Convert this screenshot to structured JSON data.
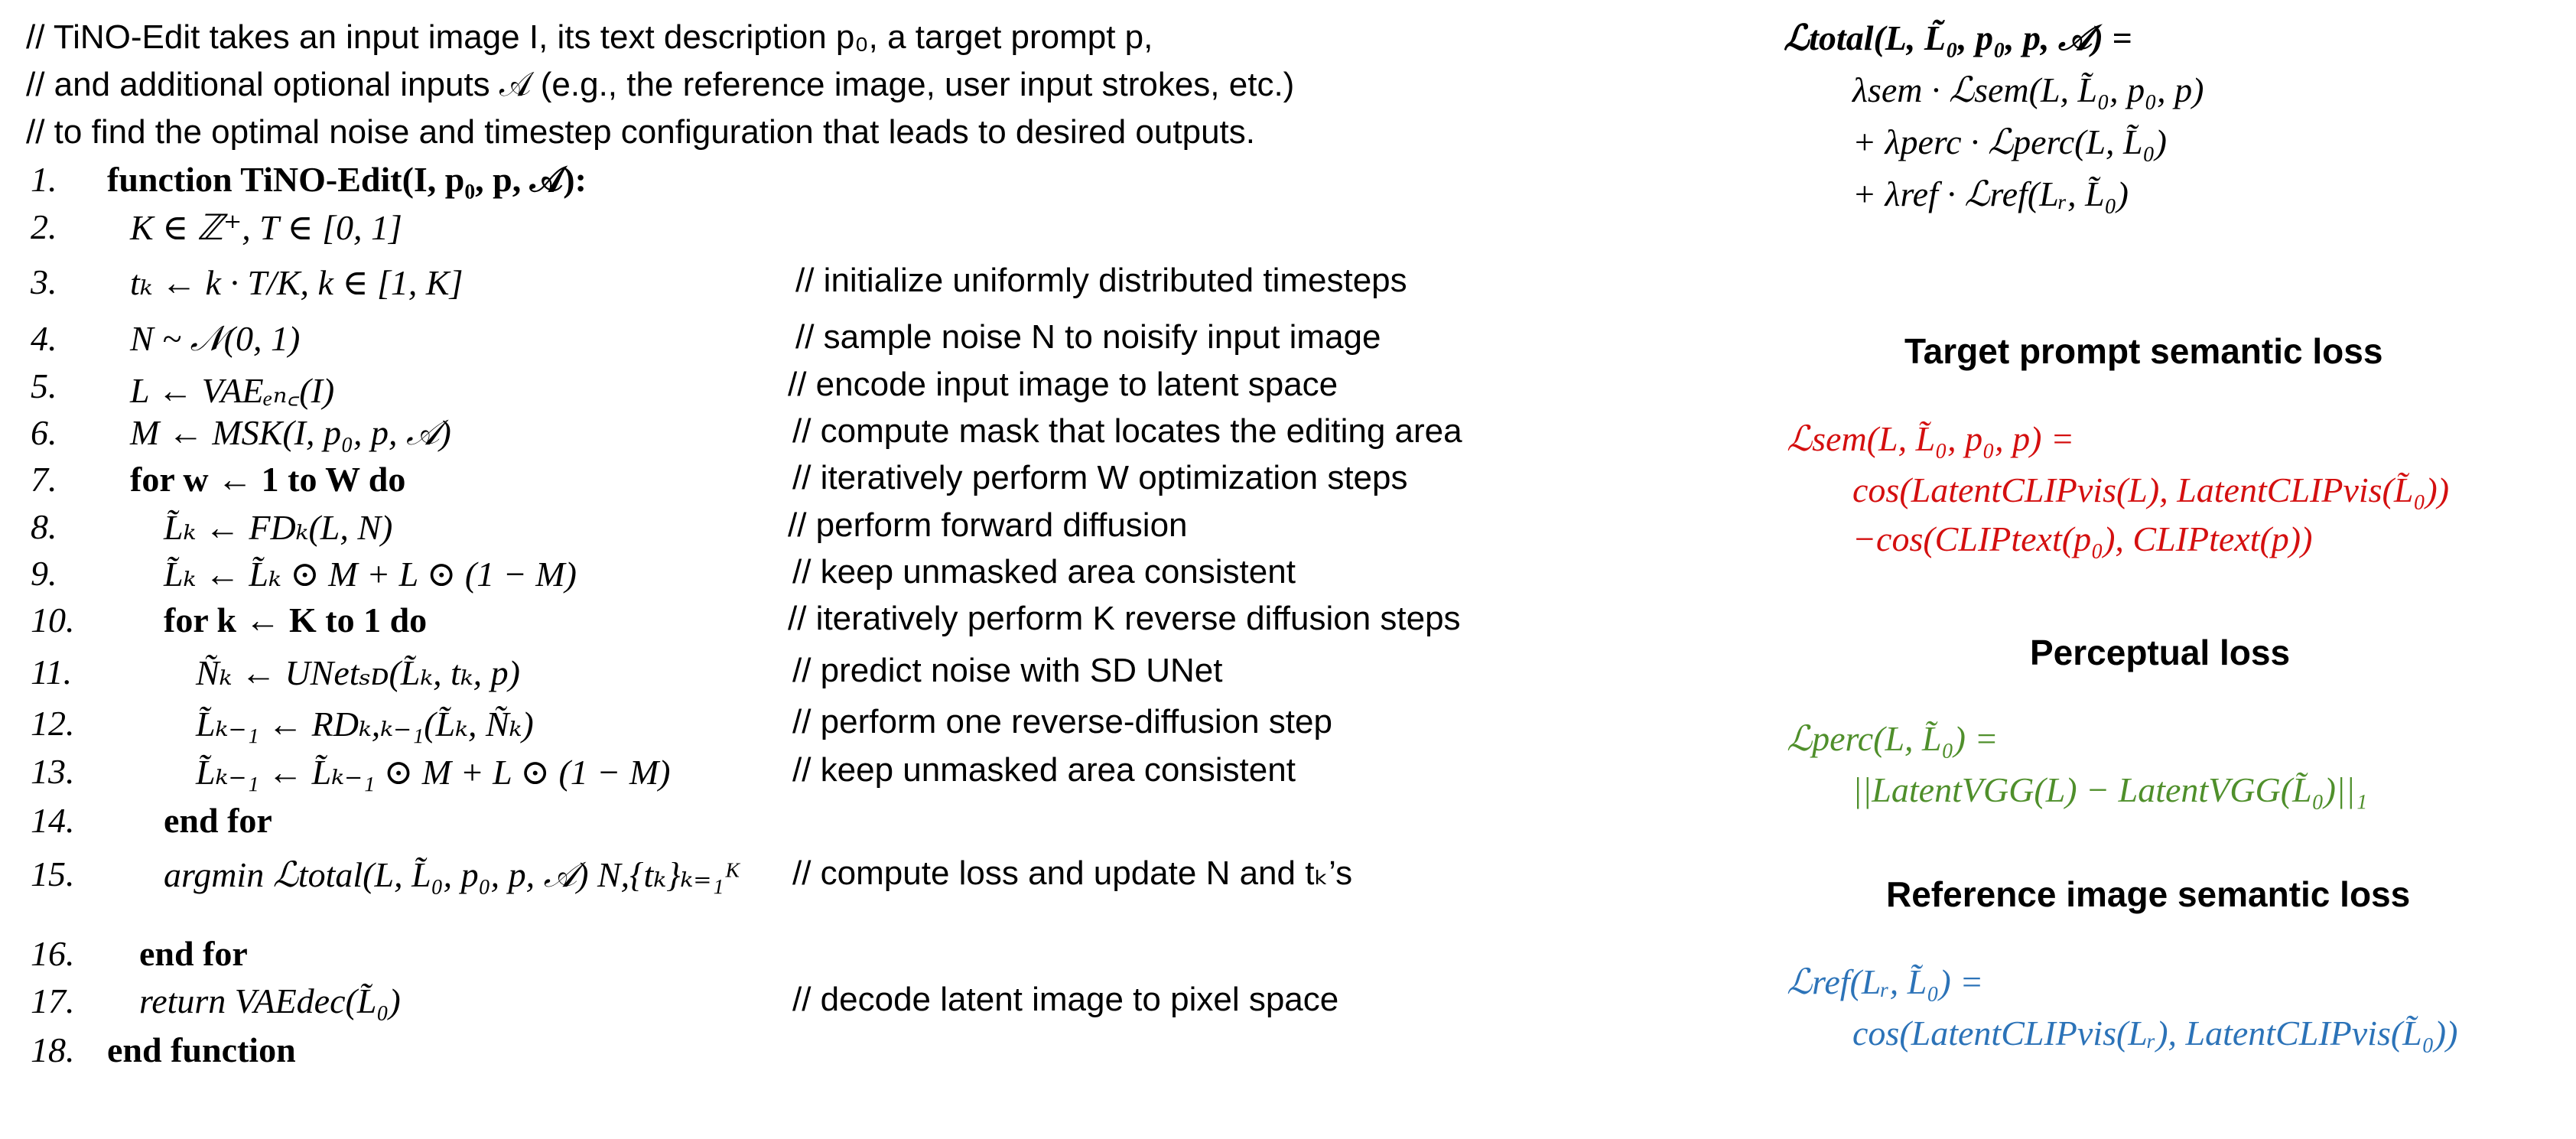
{
  "intro": [
    "// TiNO-Edit takes an input image I, its text description p₀, a target prompt p,",
    "// and additional optional inputs 𝒜 (e.g., the reference image, user input strokes, etc.)",
    "// to find the optimal noise and timestep configuration that leads to desired outputs."
  ],
  "algorithm": [
    {
      "num": "1.",
      "code": "function TiNO-Edit(I, p₀, p, 𝒜):",
      "comment": ""
    },
    {
      "num": "2.",
      "code": "K ∈ ℤ⁺, T ∈ [0, 1]",
      "comment": ""
    },
    {
      "num": "3.",
      "code": "tₖ ← k · T/K, k ∈ [1, K]",
      "comment": "// initialize uniformly distributed timesteps"
    },
    {
      "num": "4.",
      "code": "N ~ 𝒩(0, 1)",
      "comment": "// sample noise N to noisify input image"
    },
    {
      "num": "5.",
      "code": "L ← VAEₑₙ꜀(I)",
      "comment": "// encode input image to latent space"
    },
    {
      "num": "6.",
      "code": "M ← MSK(I, p₀, p, 𝒜)",
      "comment": "// compute mask that locates the editing area"
    },
    {
      "num": "7.",
      "code": "for w ← 1 to W do",
      "comment": "// iteratively perform W optimization steps"
    },
    {
      "num": "8.",
      "code": "L̃ₖ ← FDₖ(L, N)",
      "comment": "// perform forward diffusion"
    },
    {
      "num": "9.",
      "code": "L̃ₖ ← L̃ₖ ⊙ M + L ⊙ (1 − M)",
      "comment": "// keep unmasked area consistent"
    },
    {
      "num": "10.",
      "code": "for k ← K to 1 do",
      "comment": "// iteratively perform K reverse diffusion steps"
    },
    {
      "num": "11.",
      "code": "Ñₖ ← UNetₛᴅ(L̃ₖ, tₖ, p)",
      "comment": "// predict noise with SD UNet"
    },
    {
      "num": "12.",
      "code": "L̃ₖ₋₁ ← RDₖ,ₖ₋₁(L̃ₖ, Ñₖ)",
      "comment": "// perform one reverse-diffusion step"
    },
    {
      "num": "13.",
      "code": "L̃ₖ₋₁ ← L̃ₖ₋₁ ⊙ M + L ⊙ (1 − M)",
      "comment": "// keep unmasked area consistent"
    },
    {
      "num": "14.",
      "code": "end for",
      "comment": ""
    },
    {
      "num": "15.",
      "code": "argmin ℒtotal(L, L̃₀, p₀, p, 𝒜)  N,{tₖ}ₖ₌₁ᴷ",
      "comment": "// compute loss and update N and tₖ’s"
    },
    {
      "num": "16.",
      "code": "end for",
      "comment": ""
    },
    {
      "num": "17.",
      "code": "return VAEdec(L̃₀)",
      "comment": "// decode latent image to pixel space"
    },
    {
      "num": "18.",
      "code": "end function",
      "comment": ""
    }
  ],
  "loss": {
    "total": {
      "lines": [
        "ℒtotal(L, L̃₀, p₀, p, 𝒜) =",
        "λsem · ℒsem(L, L̃₀, p₀, p)",
        "+ λperc · ℒperc(L, L̃₀)",
        "+ λref · ℒref(Lᵣ, L̃₀)"
      ]
    },
    "semantic": {
      "title": "Target prompt semantic loss",
      "lines": [
        "ℒsem(L, L̃₀, p₀, p) =",
        "cos(LatentCLIPvis(L), LatentCLIPvis(L̃₀))",
        "−cos(CLIPtext(p₀), CLIPtext(p))"
      ]
    },
    "perceptual": {
      "title": "Perceptual loss",
      "lines": [
        "ℒperc(L, L̃₀) =",
        "||LatentVGG(L) − LatentVGG(L̃₀)||₁"
      ]
    },
    "reference": {
      "title": "Reference image semantic loss",
      "lines": [
        "ℒref(Lᵣ, L̃₀) =",
        "cos(LatentCLIPvis(Lᵣ), LatentCLIPvis(L̃₀))"
      ]
    }
  },
  "colors": {
    "semantic": "#d40f0f",
    "perceptual": "#4f8f2b",
    "reference": "#2c73b8"
  }
}
